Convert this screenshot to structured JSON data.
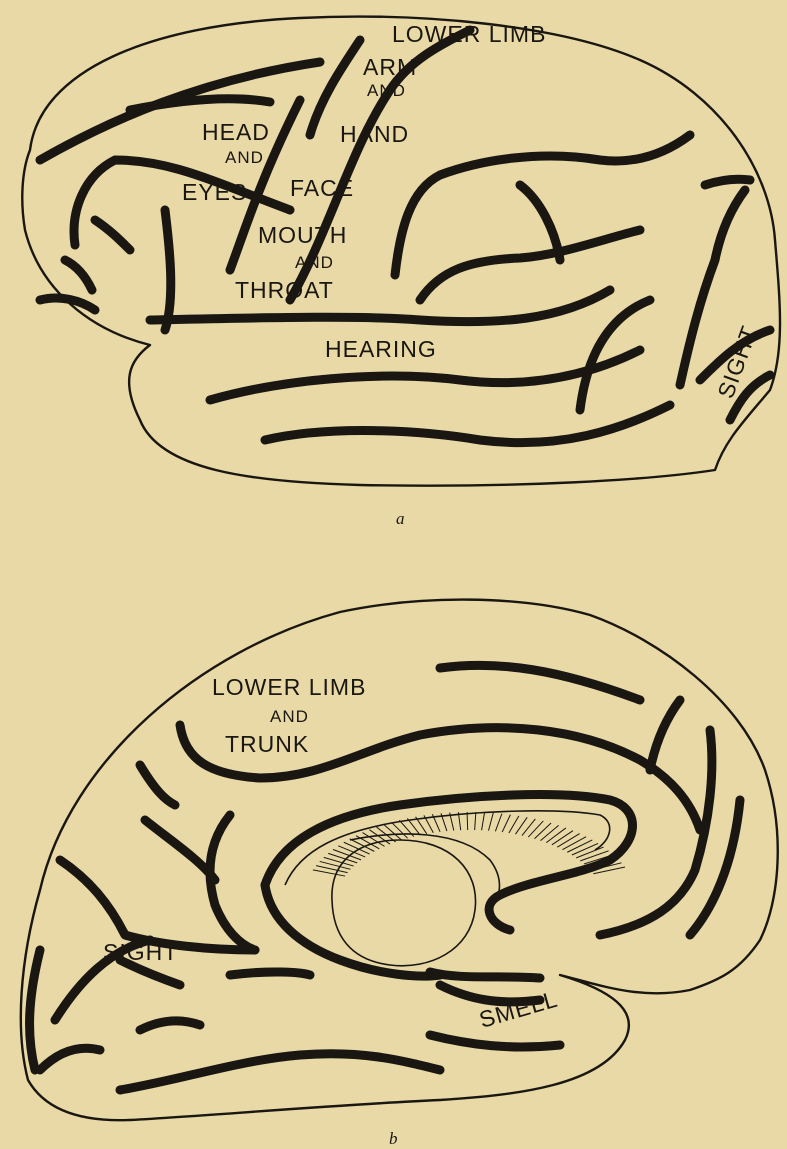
{
  "figure_a": {
    "caption": "a",
    "labels": {
      "lower_limb": "LOWER LIMB",
      "arm": "ARM",
      "and_arm": "AND",
      "hand": "HAND",
      "head": "HEAD",
      "and_head": "AND",
      "eyes": "EYES",
      "face": "FACE",
      "mouth": "MOUTH",
      "and_mouth": "AND",
      "throat": "THROAT",
      "hearing": "HEARING",
      "sight": "SIGHT"
    }
  },
  "figure_b": {
    "caption": "b",
    "labels": {
      "lower_limb": "LOWER LIMB",
      "and": "AND",
      "trunk": "TRUNK",
      "sight": "SIGHT",
      "smell": "SMELL"
    }
  },
  "colors": {
    "paper": "#e8d9a6",
    "ink": "#1a1712"
  }
}
